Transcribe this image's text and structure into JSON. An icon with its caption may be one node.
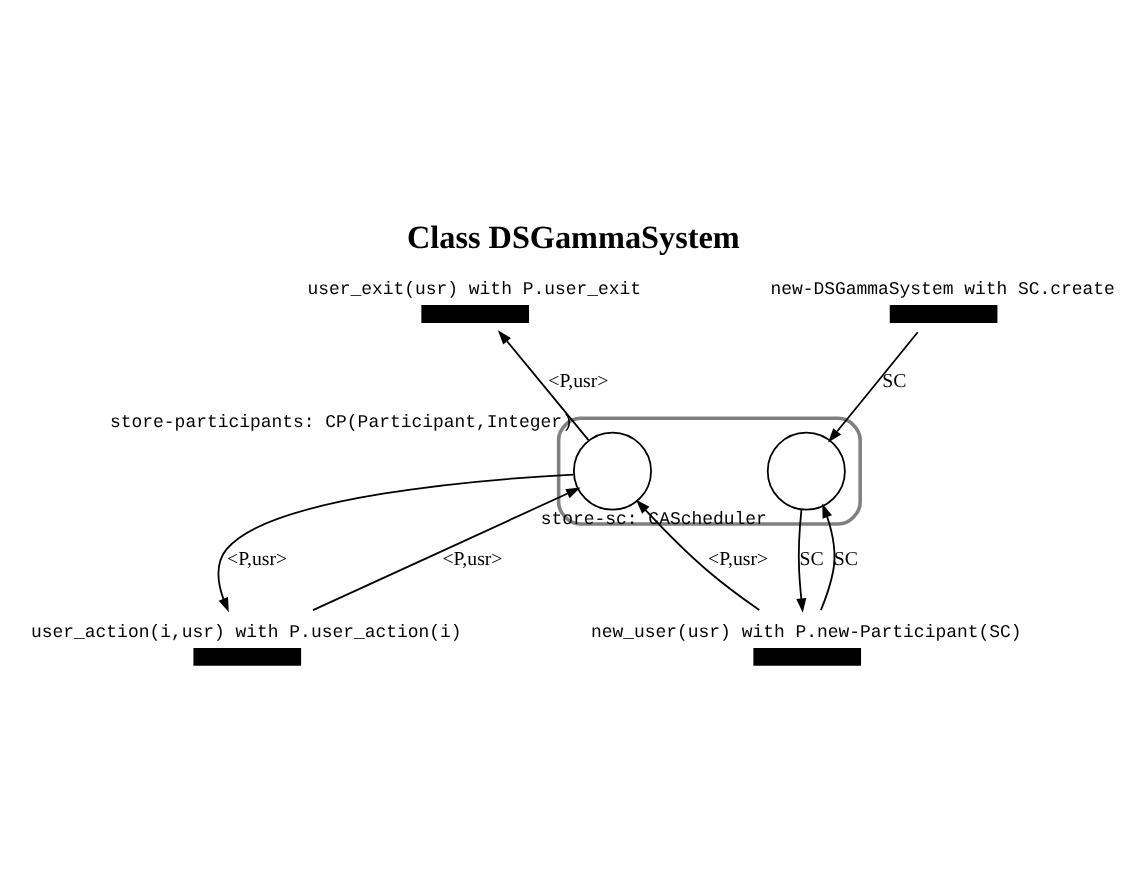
{
  "diagram": {
    "title": "Class DSGammaSystem",
    "nodes": [
      {
        "text": [],
        "shape": "box"
      },
      {
        "text": [],
        "shape": "bar",
        "beside": [
          "user_exit(usr) with P.user_exit"
        ]
      },
      {
        "text": [],
        "shape": "bar",
        "beside": [
          "new-DSGammaSystem with SC.create"
        ]
      },
      {
        "text": [],
        "shape": "circle",
        "in": 0,
        "beside": [
          "store-participants: CP(Participant,Integer)"
        ]
      },
      {
        "text": [],
        "shape": "circle",
        "in": 0,
        "beside": [
          "store-sc: CAScheduler"
        ]
      },
      {
        "text": [],
        "shape": "bar",
        "beside": [
          "user_action(i,usr) with P.user_action(i)"
        ]
      },
      {
        "text": [],
        "shape": "bar",
        "beside": [
          "new_user(usr) with P.new-Participant(SC)"
        ]
      }
    ],
    "edges": [
      {
        "from": 3,
        "to": 1,
        "arrow": "to",
        "label": "<P,usr>"
      },
      {
        "from": 2,
        "to": 4,
        "arrow": "to",
        "label": "SC"
      },
      {
        "from": 3,
        "to": 5,
        "arrow": "to",
        "label": "<P,usr>"
      },
      {
        "from": 5,
        "to": 3,
        "arrow": "to",
        "label": "<P,usr>"
      },
      {
        "from": 6,
        "to": 3,
        "arrow": "to",
        "label": "<P,usr>"
      },
      {
        "from": 4,
        "to": 6,
        "arrow": "to",
        "label": "SC"
      },
      {
        "from": 6,
        "to": 4,
        "arrow": "to",
        "label": "SC"
      }
    ]
  }
}
